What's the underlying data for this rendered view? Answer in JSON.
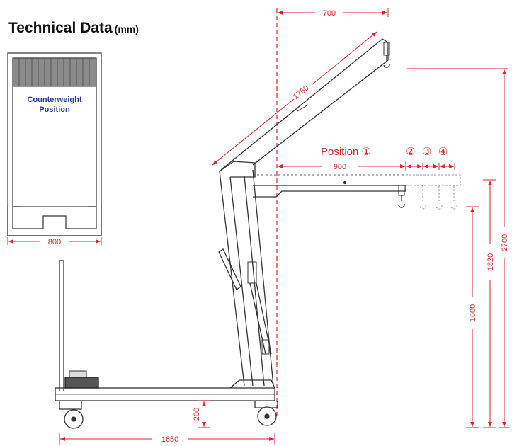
{
  "title": "Technical Data",
  "title_unit": "(mm)",
  "counterweight_label_line1": "Counterweight",
  "counterweight_label_line2": "Position",
  "dimensions": {
    "base_width": "800",
    "top_offset": "700",
    "boom_length": "1760",
    "arm_extension": "900",
    "height_max": "2700",
    "height_mid": "1820",
    "height_min": "1600",
    "ground_clearance": "200",
    "base_length": "1650"
  },
  "position_label": "Position",
  "positions": [
    "①",
    "②",
    "③",
    "④"
  ],
  "colors": {
    "dimension": "#d9252b",
    "frame": "#333333",
    "counterweight_fill": "#8a8a8a",
    "label": "#233f8e"
  }
}
